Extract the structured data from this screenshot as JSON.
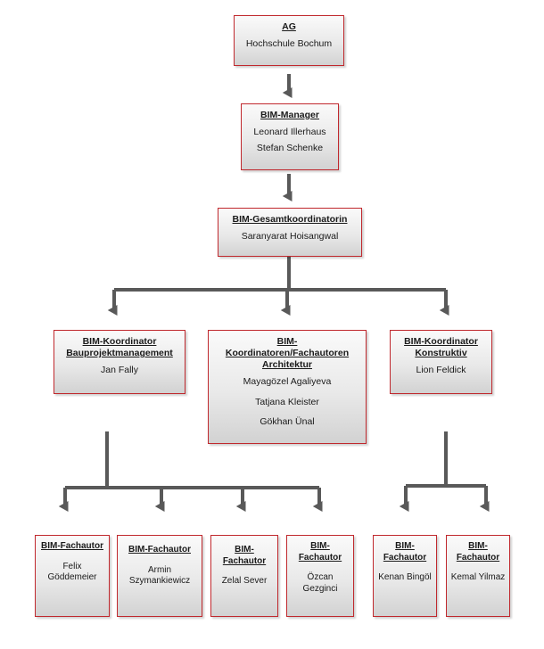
{
  "org": {
    "ag": {
      "title": "AG",
      "people": [
        "Hochschule Bochum"
      ]
    },
    "manager": {
      "title": "BIM-Manager",
      "people": [
        "Leonard Illerhaus",
        "Stefan Schenke"
      ]
    },
    "gesamt": {
      "title": "BIM-Gesamtkoordinatorin",
      "people": [
        "Saranyarat Hoisangwal"
      ]
    },
    "koord_bau": {
      "title": "BIM-Koordinator Bauprojektmanagement",
      "people": [
        "Jan Fally"
      ]
    },
    "koord_arch": {
      "title": "BIM-Koordinatoren/Fachautoren Architektur",
      "people": [
        "Mayagözel Agaliyeva",
        "Tatjana Kleister",
        "Gökhan Ünal"
      ]
    },
    "koord_konst": {
      "title": "BIM-Koordinator Konstruktiv",
      "people": [
        "Lion Feldick"
      ]
    },
    "fach_1": {
      "title": "BIM-Fachautor",
      "people": [
        "Felix Göddemeier"
      ]
    },
    "fach_2": {
      "title": "BIM-Fachautor",
      "people": [
        "Armin Szymankiewicz"
      ]
    },
    "fach_3": {
      "title": "BIM-Fachautor",
      "people": [
        "Zelal Sever"
      ]
    },
    "fach_4": {
      "title": "BIM-Fachautor",
      "people": [
        "Özcan Gezginci"
      ]
    },
    "fach_5": {
      "title": "BIM-Fachautor",
      "people": [
        "Kenan Bingöl"
      ]
    },
    "fach_6": {
      "title": "BIM-Fachautor",
      "people": [
        "Kemal Yilmaz"
      ]
    }
  },
  "colors": {
    "border": "#c0282d",
    "connector": "#595959"
  }
}
